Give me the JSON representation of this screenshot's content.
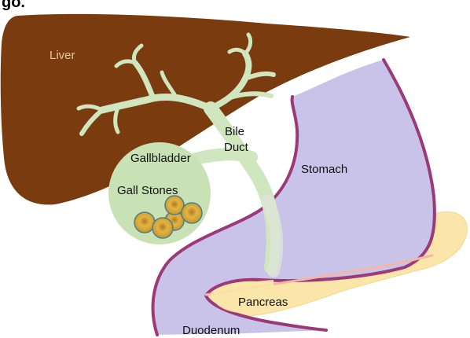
{
  "heading_fragment": "go.",
  "labels": {
    "liver": "Liver",
    "bile": "Bile",
    "duct": "Duct",
    "gallbladder": "Gallbladder",
    "gall_stones": "Gall Stones",
    "stomach": "Stomach",
    "pancreas": "Pancreas",
    "duodenum": "Duodenum"
  },
  "colors": {
    "liver": "#7a3b0f",
    "bile_duct": "#cfe6bf",
    "gallbladder": "#c8e2b6",
    "stomach": "#c9c3ea",
    "stomach_outline": "#9b3a76",
    "pancreas": "#fbe5a8",
    "pancreatic_duct": "#f2b7a6",
    "stone": "#d7a633"
  }
}
